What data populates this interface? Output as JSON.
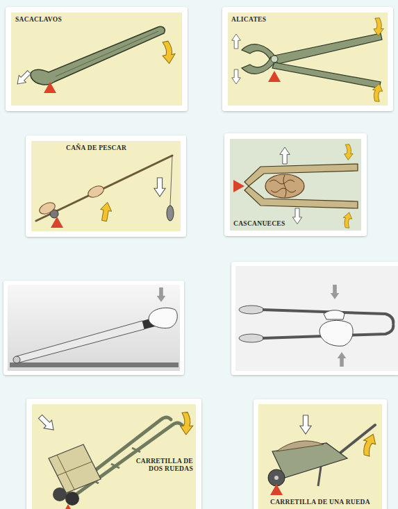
{
  "diagram": {
    "nodes": [
      {
        "text": [
          "SACACLAVOS"
        ]
      },
      {
        "text": [
          "ALICATES"
        ]
      },
      {
        "text": [
          "CAÑA DE PESCAR"
        ]
      },
      {
        "text": [
          "CASCANUECES"
        ]
      },
      {
        "text": [
          "CARRETILLA DE DOS RUEDAS"
        ]
      },
      {
        "text": [
          "CARRETILLA DE UNA RUEDA"
        ]
      }
    ]
  }
}
